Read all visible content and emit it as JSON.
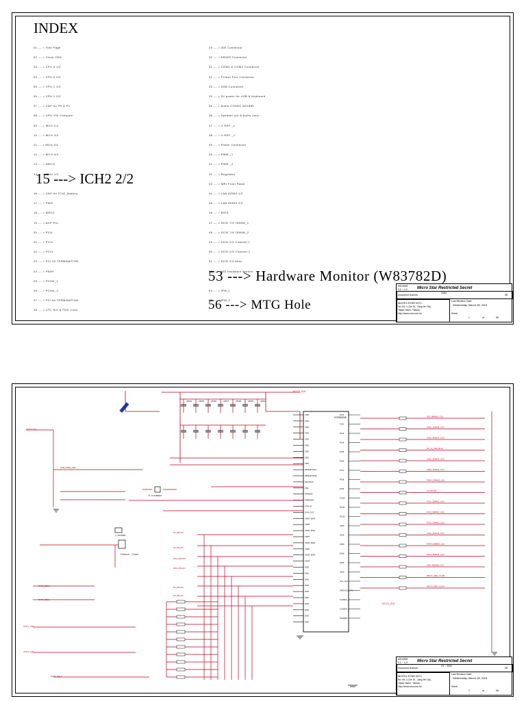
{
  "index_sheet": {
    "title": "INDEX",
    "left_items": [
      "01 --- > Title Page",
      "02 --- > Clock GEN",
      "03 --- > CPU 0 1/2",
      "04 --- > CPU 0 2/2",
      "05 --- > CPU 1 1/2",
      "06 --- > CPU 1 2/2",
      "07 --- > CAP for P0 & P1",
      "08 --- > CPU VID Compare",
      "09 --- > MCH 1/4",
      "10 --- > MCH 2/4",
      "11 --- > MCH 3/4",
      "12 --- > MCH 4/4",
      "13 --- > DRCG",
      "14 --- > ICH2 1/2",
      "16 --- > CAP for ICH2_Battery",
      "17 --- > FWH",
      "18 --- > MECC",
      "19 --- > AGP Pro",
      "20 --- > PCI1",
      "21 --- > PCI2",
      "22 --- > PCI3",
      "23 --- > PCI 33 TERMINATION",
      "24 --- > P64H",
      "25 --- > PCI64_1",
      "26 --- > PCI64_2",
      "27 --- > PCI 64 TERMINATION",
      "28 --- > LPC SIO & FDD Conn."
    ],
    "right_items": [
      "29 --- > IDE Connector",
      "30 --- > KB/MS Connector",
      "31 --- > COM1 & COM2 Connector",
      "32 --- > Printer Port Connector",
      "33 --- > USB Connector",
      "34 --- > 5V power for USB & Keyboard",
      "35 --- > Audio CODEC AD1885",
      "36 --- > Speaker out & Audio Jack",
      "37 --- > V REF _1",
      "38 --- > V REF _2",
      "39 --- > Power Connector",
      "40 --- > PWM _1",
      "41 --- > PWM _2",
      "42 --- > Regulator",
      "43 --- > MRI Front Panel",
      "44 --- > LAN 82559 1/2",
      "45 --- > LAN 82559 2/2",
      "46 --- > BIOS",
      "47 --- > SCSI 7/9 7899W_1",
      "48 --- > SCSI 7/9 7899W_2",
      "49 --- > SCSI 2/3 Channel 1",
      "50 --- > SCSI 2/3 Channel 2",
      "51 --- > SCSI 2/3 Misc",
      "52 --- > 982 Hardware Monitor",
      "54 --- > IPM_1",
      "55 --- > IPM_2"
    ],
    "highlight_left": "15 ---> ICH2  2/2",
    "highlight_right_1": "53 ---> Hardware Monitor (W83782D)",
    "highlight_right_2": "56 ---> MTG Hole",
    "title_block": {
      "model": "MS-6508",
      "version": "0.1 ~ 1.0",
      "title": "Micro Star Restricted Secret",
      "doc_label": "Document Number",
      "sheet_name": "Index",
      "rev": "0B",
      "company": "MICRO-STAR INT'L",
      "addr1": "No. 69, Li-De St., Jung-He City,",
      "addr2": "Taipei Hsien, Taiwan",
      "web": "http://www.msi.com.tw",
      "date_label": "Last Revision Date:",
      "date": "Wednesday, March 28, 2001",
      "sheet_label": "Sheet",
      "sheet_num": "1",
      "of_label": "of",
      "sheet_total": "56"
    }
  },
  "schematic_sheet": {
    "chip_name": "ICS950208",
    "chip_left_pins": [
      "VDD",
      "VDD",
      "VDD",
      "VDD",
      "VDD",
      "VDD",
      "VDD",
      "VDD",
      "VDD",
      "48MHZ/VDLA",
      "48MHZ/VDLB",
      "SEL/FS10",
      "FS0",
      "SPREAD",
      "PWRDWN",
      "XTAL IN",
      "XTAL OUT",
      "VDDT_BAR",
      "VDDT",
      "VDDT_BAR",
      "VDDT",
      "VDDT_BAR",
      "VDDT",
      "VDDT_BAR",
      "VDDT",
      "GND",
      "GND",
      "GND",
      "GND",
      "GND",
      "GND",
      "GND",
      "GND",
      "GND",
      "GND"
    ],
    "chip_right_pins": [
      "PCI1",
      "PCI2",
      "PCI3",
      "PCI4",
      "PCI5",
      "PCI6",
      "PCI7",
      "PCI8",
      "PCI9",
      "PCI10",
      "PCI11",
      "PCI12",
      "3V66",
      "3V66",
      "3V66",
      "3V66",
      "3V66",
      "3V66",
      "ICH_CLK",
      "GMCHCLK_FS",
      "CLKBUF_2",
      "CLKBUF_1",
      "3VMREF"
    ],
    "pwr_labels": {
      "vcc3": "VCC3_CLK",
      "vcc3_b": "VCC3_CLK",
      "gnd": "GND"
    },
    "left_nets": [
      "VCC3_CLK",
      "FSB_FREQ_SEL",
      "P1_BCLK0",
      "P1_BCLK1",
      "MCH_BCLK0",
      "MCH_BCLK1",
      "P0_BCLK0",
      "P0_BCLK1",
      "CK66_SEL0",
      "CK66_SEL1",
      "VCC3_CLK",
      "VCC3_CLK",
      "CK66_SEL0"
    ],
    "right_nets": [
      "SIO_48MHZ_CLK",
      "ICH2_14MHZ_CLK",
      "ICH2_48MHZ_CLK",
      "CK_P_USB_BUS",
      "ICH2_33MHZ_CLK",
      "FWH_33MHZ_CLK",
      "P64H_33MHZ_CLK",
      "CLKPCI33",
      "PCI1_33MHZ_CLK",
      "PCI2_33MHZ_CLK",
      "PCI3_33MHZ_CLK",
      "ICH2_66MHZ_CLK",
      "P64H_66MHZ_CLK",
      "MCH_66MHZ_CLK",
      "AGP_66MHZ_CLK",
      "DRCG_REF_CLKB",
      "DRCG_REF_CLKA"
    ],
    "default_note": "Default : Close",
    "jumper": "J_JSUPER",
    "crystal": "Y1 14.318MHZ",
    "cap_labels": [
      "CB704",
      "CB705",
      "CB706",
      "CB707",
      "CB708",
      "CB709",
      "CB710",
      "CB711",
      "CB712"
    ],
    "title_block": {
      "model": "MS-6508",
      "version": "0.1 ~ 1.0",
      "title": "Micro Star Restricted Secret",
      "doc_label": "Document Number",
      "sheet_name": "CK - 3900",
      "rev": "0B",
      "company": "MICRO-STAR INT'L",
      "addr1": "No. 69, Li-De St., Jung-He City,",
      "addr2": "Taipei Hsien, Taiwan",
      "web": "http://www.msi.com.tw",
      "date_label": "Last Revision Date:",
      "date": "Wednesday, March 28, 2001",
      "sheet_label": "Sheet",
      "sheet_num": "2",
      "of_label": "of",
      "sheet_total": "56"
    }
  },
  "colors": {
    "wire": "#b0001a",
    "ink": "#000000",
    "component": "#0a0a6a",
    "bluecap": "#1f3a93"
  }
}
